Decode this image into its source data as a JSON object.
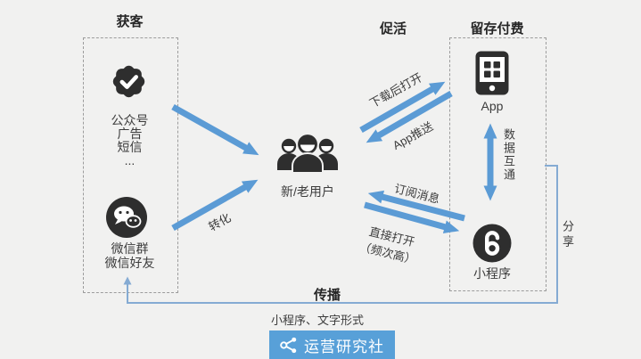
{
  "colors": {
    "background": "#f1f1f0",
    "arrow_blue": "#5b9bd5",
    "share_line_blue": "#85abd3",
    "icon_black": "#2e2e2e",
    "logo_background": "#58a0d8",
    "logo_text": "#ffffff",
    "text": "#3c3c3c"
  },
  "stages": {
    "acquisition": {
      "title": "获客"
    },
    "activation": {
      "title": "促活"
    },
    "retention": {
      "title": "留存付费"
    },
    "spread": {
      "title": "传播"
    }
  },
  "acquisition": {
    "official_lines": [
      "公众号",
      "广告",
      "短信",
      "..."
    ],
    "wechat_lines": [
      "微信群",
      "微信好友"
    ]
  },
  "center": {
    "label": "新/老用户"
  },
  "retention": {
    "app_label": "App",
    "miniprogram_label": "小程序",
    "data_link_label": "数据互通"
  },
  "arrows": {
    "convert": "转化",
    "open_after_download": "下载后打开",
    "app_push": "App推送",
    "subscribe_message": "订阅消息",
    "direct_open": "直接打开",
    "direct_open_note": "（频次高）",
    "share": "分享"
  },
  "spread": {
    "note": "小程序、文字形式"
  },
  "footer": {
    "brand": "运营研究社"
  },
  "icons": {
    "badge": "verified-badge-icon",
    "wechat": "wechat-icon",
    "users": "users-icon",
    "app": "app-device-icon",
    "miniprogram": "miniprogram-icon",
    "share": "share-nodes-icon"
  }
}
